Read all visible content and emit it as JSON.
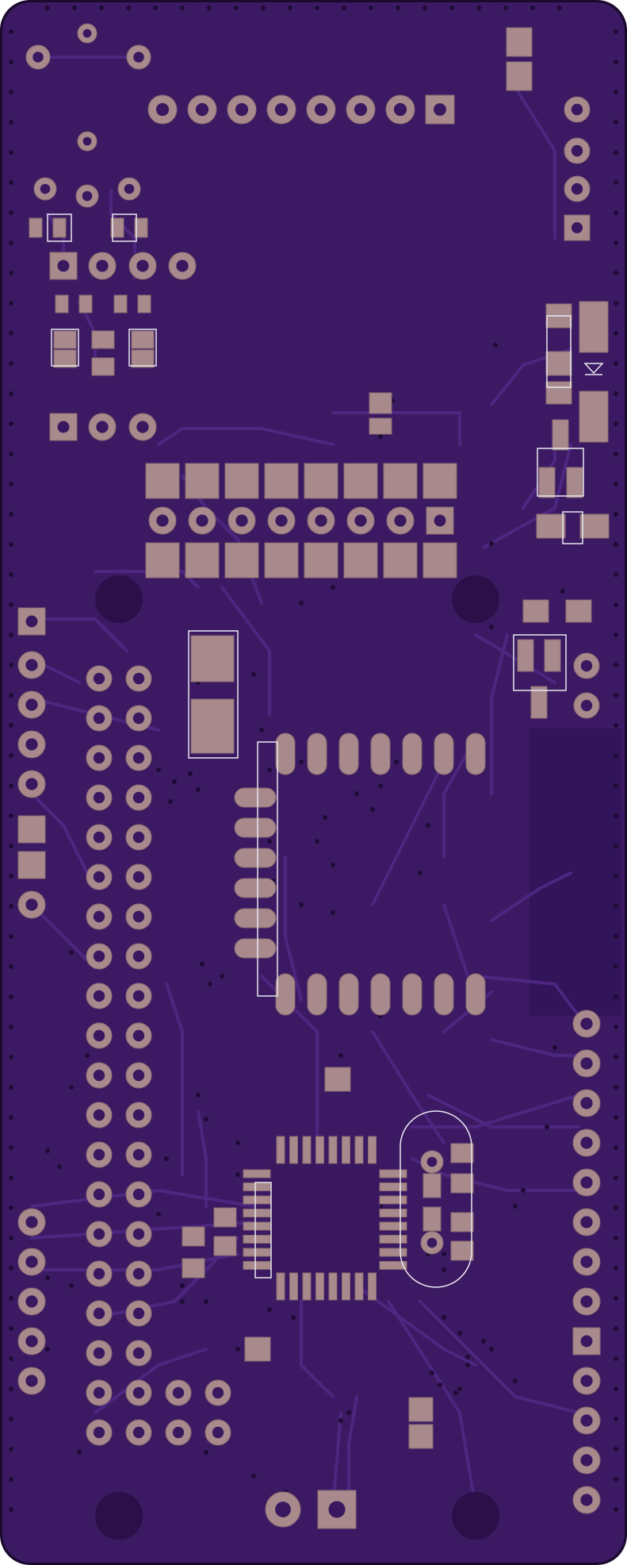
{
  "board": {
    "name": "",
    "colors": {
      "soldermask": "#3c1a63",
      "copper_pour": "#341658",
      "trace": "#4d2680",
      "pad": "#a88a8d",
      "pad_edge": "#8a6a70",
      "hole": "#3a1860",
      "silkscreen": "#e8e8f0",
      "mounting_hole": "#2a0f48",
      "outline": "#1b0a2e"
    },
    "components": {
      "microcontroller": "tqfp-32-package",
      "crystal": "hc49-crystal",
      "lcd_header_top": "8-pin-header",
      "button_array": "8-button-pad-array",
      "left_header_double": "2x20-pin-header",
      "right_header_single": "13-pin-header",
      "power_jack": "2-pin-terminal",
      "soic_chip": "soic-wide-package",
      "regulator": "sot-23-regulator",
      "diode": "smd-diode"
    }
  }
}
